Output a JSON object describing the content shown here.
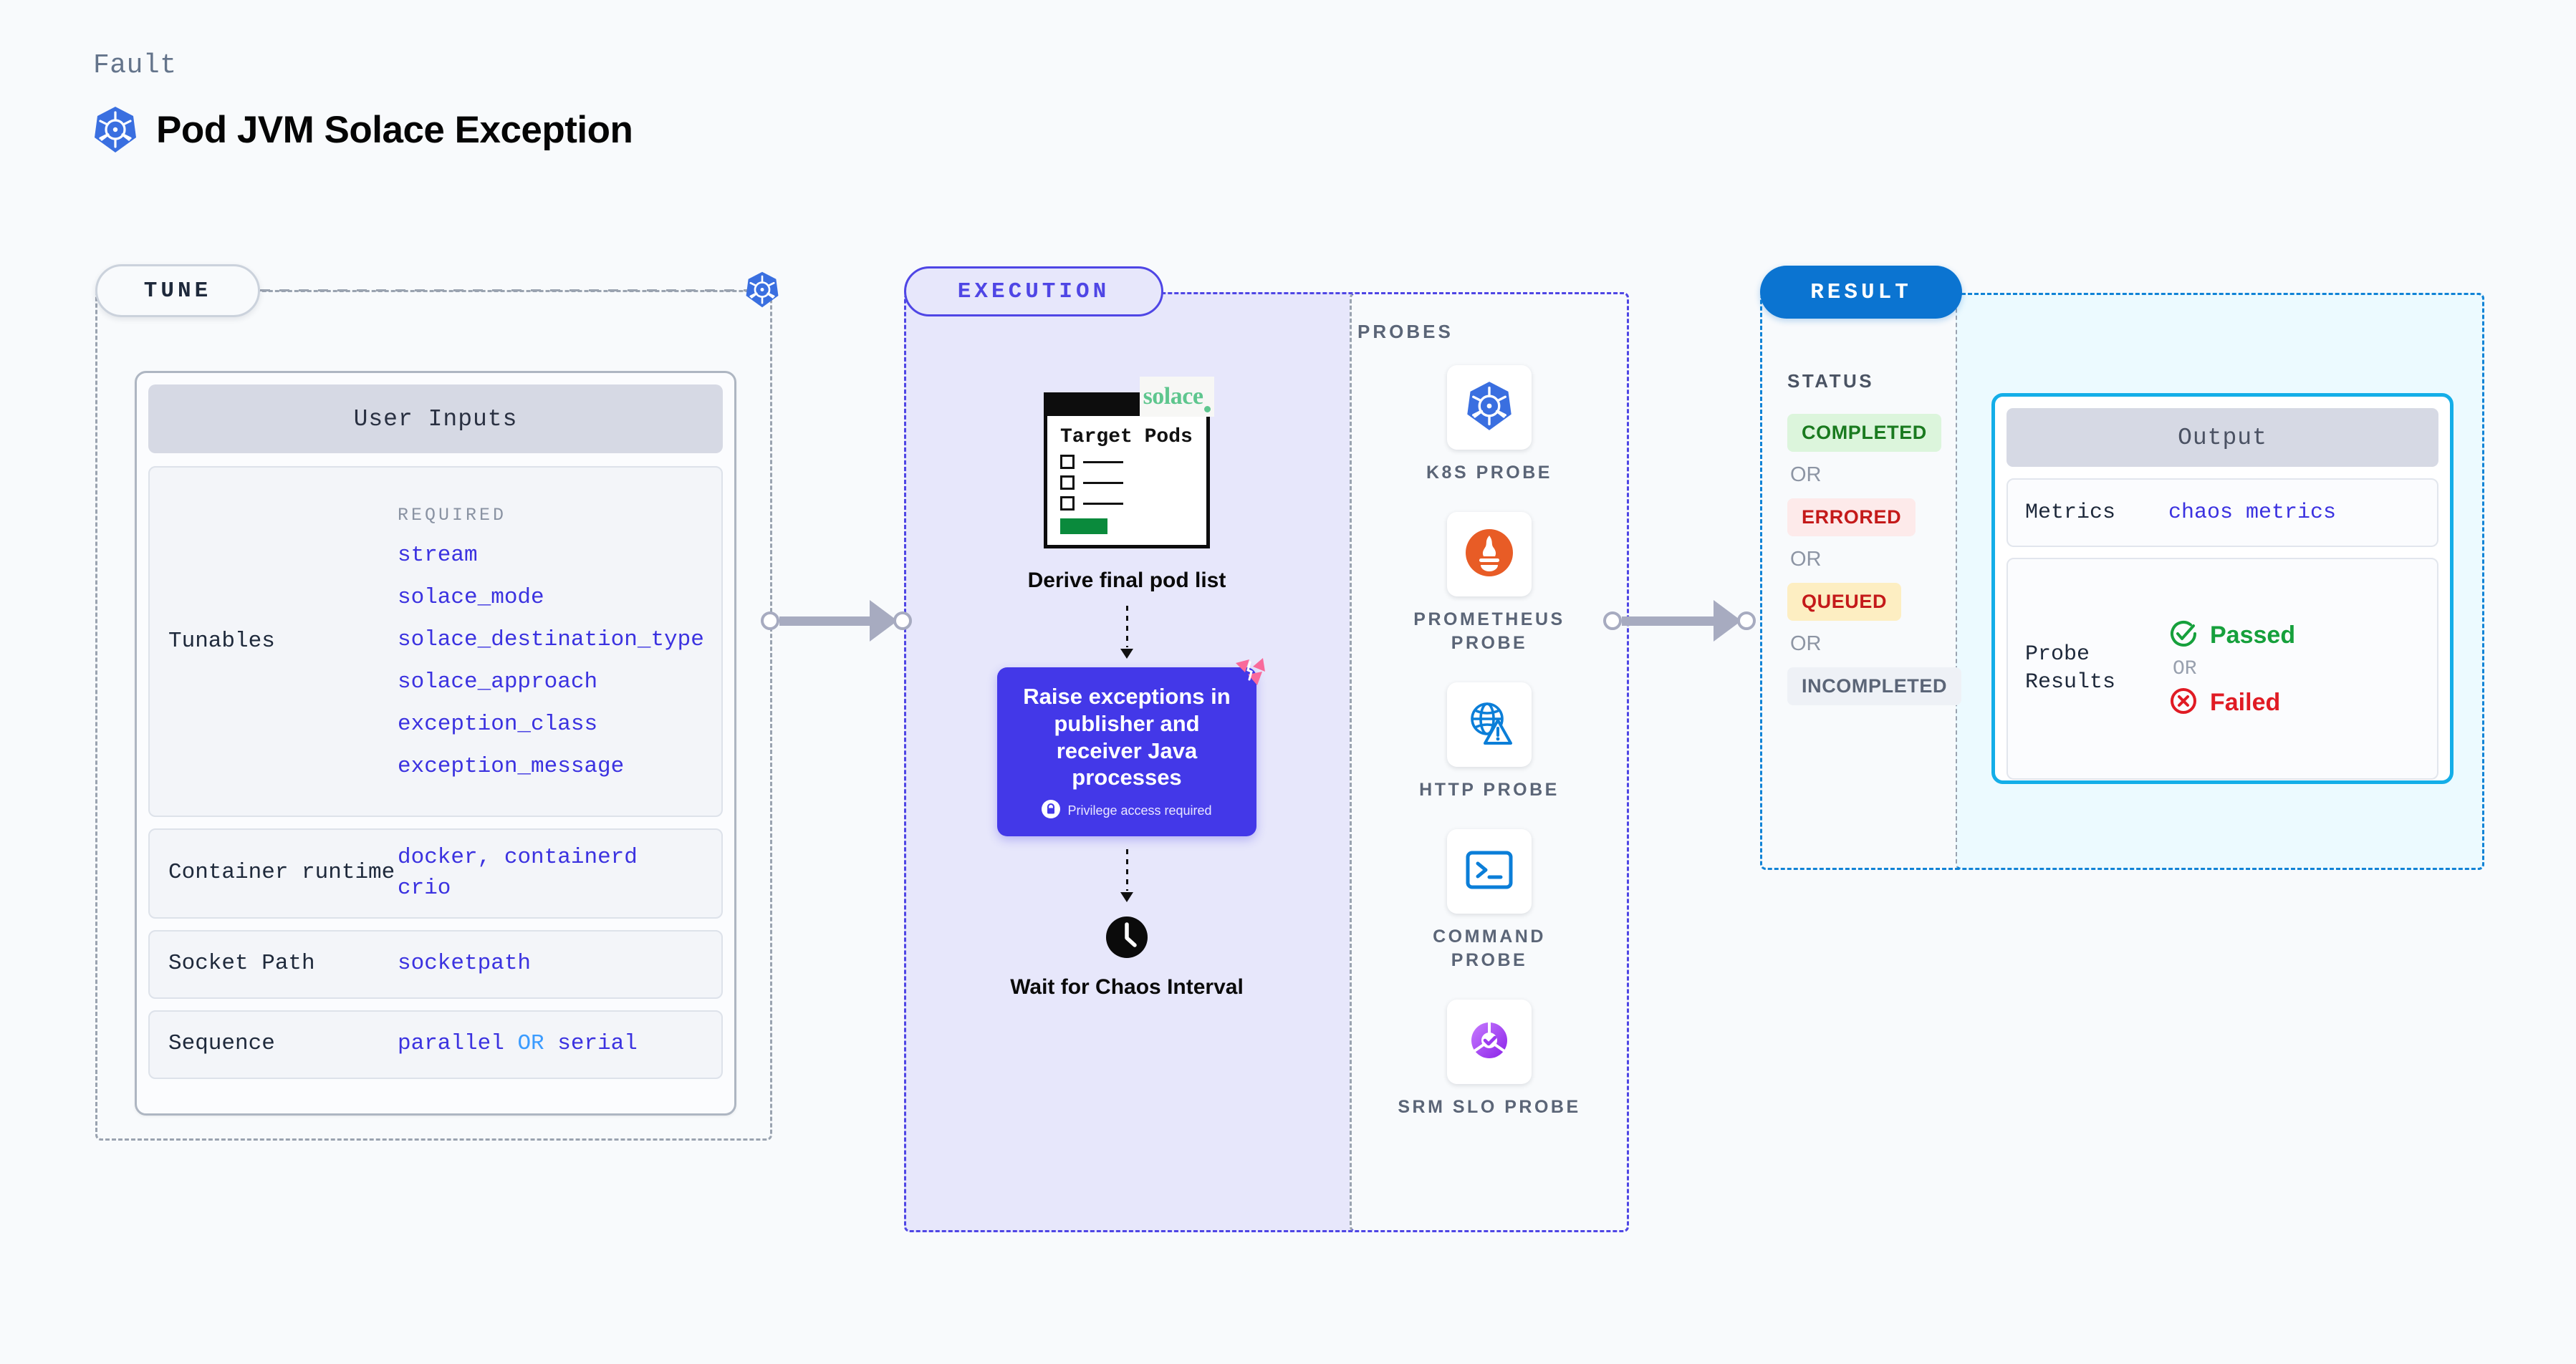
{
  "header": {
    "fault_label": "Fault",
    "title": "Pod JVM Solace Exception",
    "icon": "kubernetes-icon"
  },
  "colors": {
    "accent_indigo": "#4338e8",
    "accent_blue": "#0b74d1",
    "accent_cyan": "#14aee8",
    "page_bg": "#f8fafc",
    "exec_bg": "#e7e7fb",
    "output_bg": "#ecfaff",
    "value_text": "#3b32e0",
    "passed_green": "#16a03c",
    "failed_red": "#e01b24"
  },
  "tune": {
    "pill_label": "TUNE",
    "card_header": "User Inputs",
    "required_caption": "REQUIRED",
    "rows": [
      {
        "label": "Tunables",
        "values": [
          "stream",
          "solace_mode",
          "solace_destination_type",
          "solace_approach",
          "exception_class",
          "exception_message"
        ]
      },
      {
        "label": "Container runtime",
        "values": [
          "docker",
          "containerd",
          "crio"
        ],
        "separator": ","
      },
      {
        "label": "Socket Path",
        "values": [
          "socketpath"
        ]
      },
      {
        "label": "Sequence",
        "values": [
          "parallel",
          "serial"
        ],
        "separator": "OR"
      }
    ]
  },
  "execution": {
    "pill_label": "EXECUTION",
    "pods_card": {
      "title": "Target Pods",
      "brand": "solace",
      "checkbox_rows": 3
    },
    "derive_caption": "Derive final pod list",
    "action_card": {
      "text": "Raise exceptions in publisher and receiver Java processes",
      "privilege_note": "Privilege access required",
      "lock_icon": "lock-icon",
      "corner_badge": "litmus-chaos-badge"
    },
    "wait_caption": "Wait for Chaos Interval",
    "clock_icon": "clock-icon"
  },
  "probes": {
    "title": "PROBES",
    "items": [
      {
        "label": "K8S PROBE",
        "icon": "kubernetes-icon"
      },
      {
        "label": "PROMETHEUS PROBE",
        "icon": "prometheus-icon"
      },
      {
        "label": "HTTP PROBE",
        "icon": "globe-warning-icon"
      },
      {
        "label": "COMMAND PROBE",
        "icon": "terminal-icon"
      },
      {
        "label": "SRM SLO PROBE",
        "icon": "srm-slo-donut-icon"
      }
    ]
  },
  "result": {
    "pill_label": "RESULT",
    "status_title": "STATUS",
    "or_label": "OR",
    "statuses": [
      {
        "label": "COMPLETED",
        "text_color": "#1a7a1f",
        "bg_color": "#dcf5dc"
      },
      {
        "label": "ERRORED",
        "text_color": "#c41a1a",
        "bg_color": "#fdeaea"
      },
      {
        "label": "QUEUED",
        "text_color": "#c41a1a",
        "bg_color": "#fdeec2"
      },
      {
        "label": "INCOMPLETED",
        "text_color": "#5b6577",
        "bg_color": "#eef1f6"
      }
    ],
    "output": {
      "header": "Output",
      "metrics_label": "Metrics",
      "metrics_value": "chaos metrics",
      "probe_results_label": "Probe Results",
      "passed_label": "Passed",
      "failed_label": "Failed",
      "or_label": "OR",
      "passed_icon": "check-circle-icon",
      "failed_icon": "x-circle-icon"
    }
  }
}
